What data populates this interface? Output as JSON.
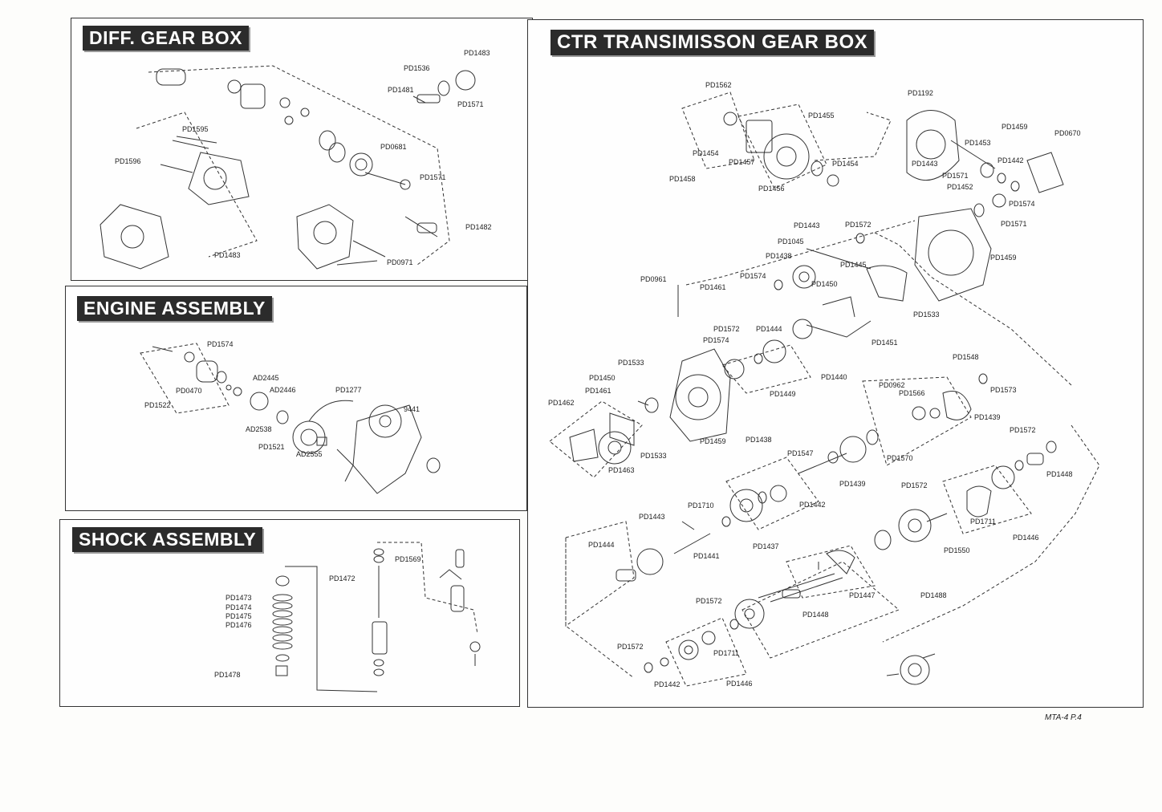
{
  "sections": {
    "diff": {
      "title": "DIFF. GEAR BOX",
      "labels": [
        "PD1483",
        "PD1536",
        "PD1481",
        "PD1571",
        "PD1595",
        "PD1596",
        "PD0681",
        "PD1571",
        "PD1482",
        "PD1483",
        "PD0971"
      ]
    },
    "engine": {
      "title": "ENGINE ASSEMBLY",
      "labels": [
        "PD1574",
        "AD2445",
        "AD2446",
        "PD1277",
        "PD0470",
        "PD1522",
        "9441",
        "AD2538",
        "PD1521",
        "AD2555"
      ]
    },
    "shock": {
      "title": "SHOCK ASSEMBLY",
      "labels": [
        "PD1569",
        "PD1472",
        "PD1473",
        "PD1474",
        "PD1475",
        "PD1476",
        "PD1478"
      ]
    },
    "ctr": {
      "title": "CTR TRANSIMISSON GEAR BOX",
      "labels": [
        "PD1562",
        "PD1455",
        "PD1454",
        "PD1457",
        "PD1458",
        "PD1456",
        "PD1454",
        "PD1192",
        "PD1459",
        "PD0670",
        "PD1453",
        "PD1442",
        "PD1443",
        "PD1571",
        "PD1452",
        "PD1574",
        "PD1571",
        "PD1443",
        "PD1572",
        "PD1045",
        "PD1438",
        "PD1445",
        "PD1459",
        "PD1574",
        "PD0961",
        "PD1461",
        "PD1450",
        "PD1533",
        "PD1572",
        "PD1444",
        "PD1574",
        "PD1451",
        "PD1533",
        "PD1450",
        "PD1461",
        "PD1449",
        "PD1548",
        "PD1440",
        "PD0962",
        "PD1566",
        "PD1573",
        "PD1462",
        "PD1439",
        "PD1459",
        "PD1572",
        "PD1438",
        "PD1463",
        "PD1533",
        "PD1547",
        "PD1570",
        "PD1439",
        "PD1448",
        "PD1572",
        "PD1710",
        "PD1442",
        "PD1443",
        "PD1711",
        "PD1446",
        "PD1444",
        "PD1441",
        "PD1437",
        "PD1550",
        "PD1447",
        "PD1488",
        "PD1572",
        "PD1448",
        "PD1572",
        "PD1711",
        "PD1442",
        "PD1446"
      ]
    }
  },
  "footer": "MTA-4  P.4"
}
